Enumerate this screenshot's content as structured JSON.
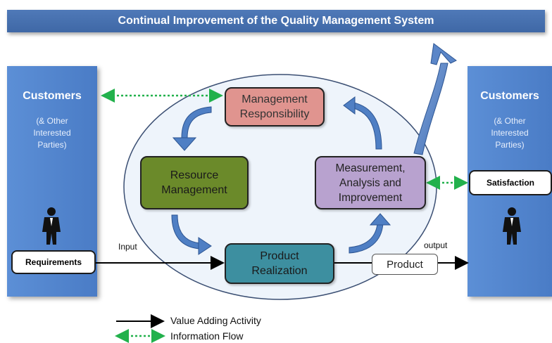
{
  "banner": {
    "title": "Continual Improvement of the Quality Management System"
  },
  "customers_left": {
    "title": "Customers",
    "subtitle": "(& Other\nInterested\nParties)",
    "box_label": "Requirements"
  },
  "customers_right": {
    "title": "Customers",
    "subtitle": "(& Other\nInterested\nParties)",
    "box_label": "Satisfaction"
  },
  "processes": {
    "management": "Management\nResponsibility",
    "resource": "Resource\nManagement",
    "measurement": "Measurement,\nAnalysis and\nImprovement",
    "realization": "Product\nRealization"
  },
  "flow": {
    "input": "Input",
    "output": "output",
    "product": "Product"
  },
  "legend": {
    "value_adding": "Value Adding Activity",
    "information_flow": "Information Flow"
  },
  "colors": {
    "banner": "#4573b2",
    "customer_panel": "#5587d0",
    "management": "#e0948f",
    "resource": "#6b8a2a",
    "measurement": "#b8a2cf",
    "realization": "#3d8fa0",
    "info_flow": "#22b14c",
    "blue_arrow": "#4f7fc4"
  }
}
